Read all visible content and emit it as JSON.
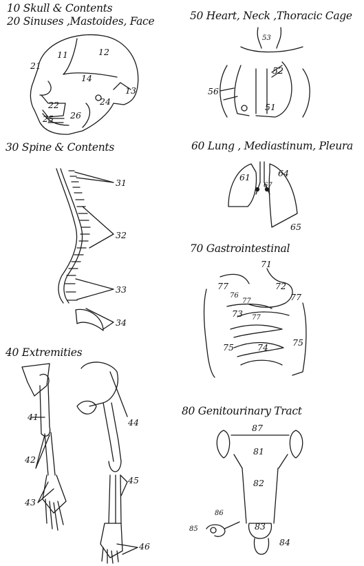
{
  "headings": {
    "h10": "10 Skull & Contents",
    "h20": "20 Sinuses ,Mastoides, Face",
    "h30": "30 Spine & Contents",
    "h40": "40 Extremities",
    "h50": "50 Heart, Neck ,Thoracic Cage",
    "h60": "60 Lung , Mediastinum, Pleura",
    "h70": "70 Gastrointestinal",
    "h80": "80 Genitourinary Tract"
  },
  "skull": {
    "l11": "11",
    "l12": "12",
    "l13": "13",
    "l14": "14",
    "l21": "21",
    "l22": "22",
    "l24": "24",
    "l25": "25",
    "l26": "26"
  },
  "spine": {
    "l31": "31",
    "l32": "32",
    "l33": "33",
    "l34": "34"
  },
  "extremities": {
    "l41": "41",
    "l42": "42",
    "l43": "43",
    "l44": "44",
    "l45": "45",
    "l46": "46"
  },
  "heart": {
    "l51": "51",
    "l52": "52",
    "l53": "53",
    "l56": "56"
  },
  "lung": {
    "l61": "61",
    "l64": "64",
    "l65": "65",
    "l67": "67"
  },
  "gi": {
    "l71": "71",
    "l72": "72",
    "l73": "73",
    "l74": "74",
    "l75a": "75",
    "l75b": "75",
    "l76": "76",
    "l77a": "77",
    "l77b": "77",
    "l77c": "77",
    "l77d": "77"
  },
  "gu": {
    "l81": "81",
    "l82": "82",
    "l83": "83",
    "l84": "84",
    "l85": "85",
    "l86": "86",
    "l87": "87"
  }
}
